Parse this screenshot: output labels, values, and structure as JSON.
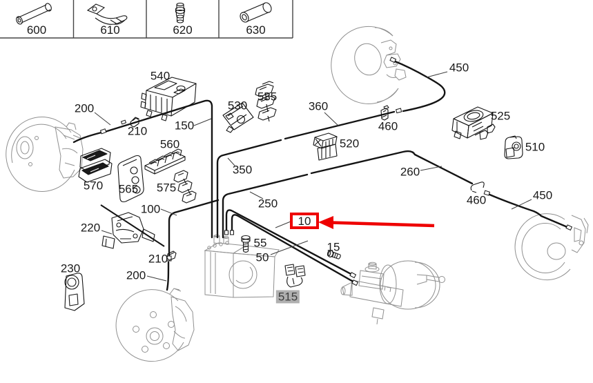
{
  "legend": {
    "items": [
      {
        "id": "600",
        "label": "600",
        "icon": "tube-icon"
      },
      {
        "id": "610",
        "label": "610",
        "icon": "clamp-icon"
      },
      {
        "id": "620",
        "label": "620",
        "icon": "bleeder-valve-icon"
      },
      {
        "id": "630",
        "label": "630",
        "icon": "sleeve-icon"
      }
    ]
  },
  "callouts": {
    "p540": "540",
    "p200_front": "200",
    "p210_front": "210",
    "p150": "150",
    "p530": "530",
    "p535": "535",
    "p360": "360",
    "p460_rear_left": "460",
    "p525": "525",
    "p510": "510",
    "p520": "520",
    "p560": "560",
    "p350": "350",
    "p570": "570",
    "p565": "565",
    "p575": "575",
    "p250": "250",
    "p260": "260",
    "p100": "100",
    "p220": "220",
    "p230": "230",
    "p210_lower": "210",
    "p200_lower": "200",
    "p55": "55",
    "p50": "50",
    "p15": "15",
    "p450_rear_left": "450",
    "p460_rear_right": "460",
    "p450_rear_right": "450"
  },
  "highlight": {
    "label": "10",
    "box_color": "#ee0000",
    "arrow_color": "#ee0000"
  },
  "selection": {
    "label": "515",
    "background_color": "#b0b0b0",
    "text_color": "#3d3d3d"
  }
}
